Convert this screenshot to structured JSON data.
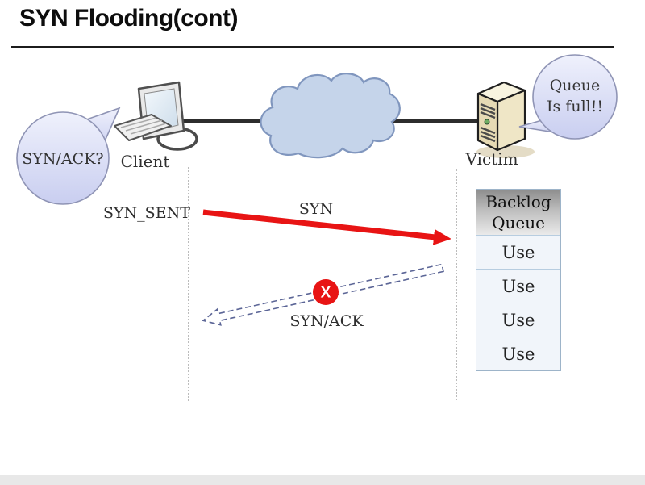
{
  "slide": {
    "title": "SYN Flooding(cont)"
  },
  "topology": {
    "client_label": "Client",
    "victim_label": "Victim",
    "client_bubble_text": "SYN/ACK?",
    "victim_bubble_text": "Queue\nIs full!!"
  },
  "sequence": {
    "client_state_label": "SYN_SENT",
    "syn_arrow_label": "SYN",
    "synack_arrow_label": "SYN/ACK",
    "x_mark": "X"
  },
  "backlog": {
    "header": "Backlog\nQueue",
    "rows": [
      "Use",
      "Use",
      "Use",
      "Use"
    ]
  },
  "colors": {
    "red_accent": "#e81414",
    "cloud_fill": "#c5d4ea",
    "cloud_stroke": "#8096be",
    "bubble_fill_bottom": "#c9cef0",
    "dashed_arrow": "#5b6596",
    "footer_bar": "#e8e8e8"
  }
}
